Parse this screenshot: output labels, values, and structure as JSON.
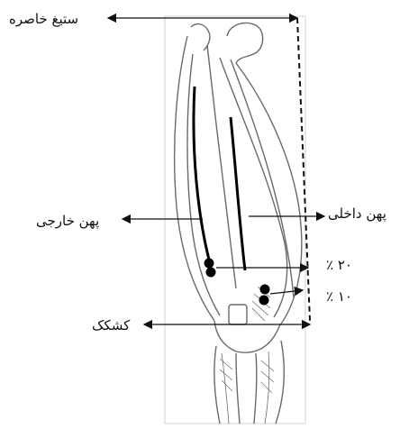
{
  "labels": {
    "iliac_crest": "ستیغ خاصره",
    "vastus_lateralis": "پهن خارجی",
    "vastus_medialis": "پهن داخلی",
    "patella": "کشکک",
    "pct_20": "٪ ۲۰",
    "pct_10": "٪ ۱۰"
  },
  "colors": {
    "ink": "#111111",
    "outline": "#6a6a6a",
    "muscle_line": "#000000",
    "frame": "#c9c9c9"
  }
}
